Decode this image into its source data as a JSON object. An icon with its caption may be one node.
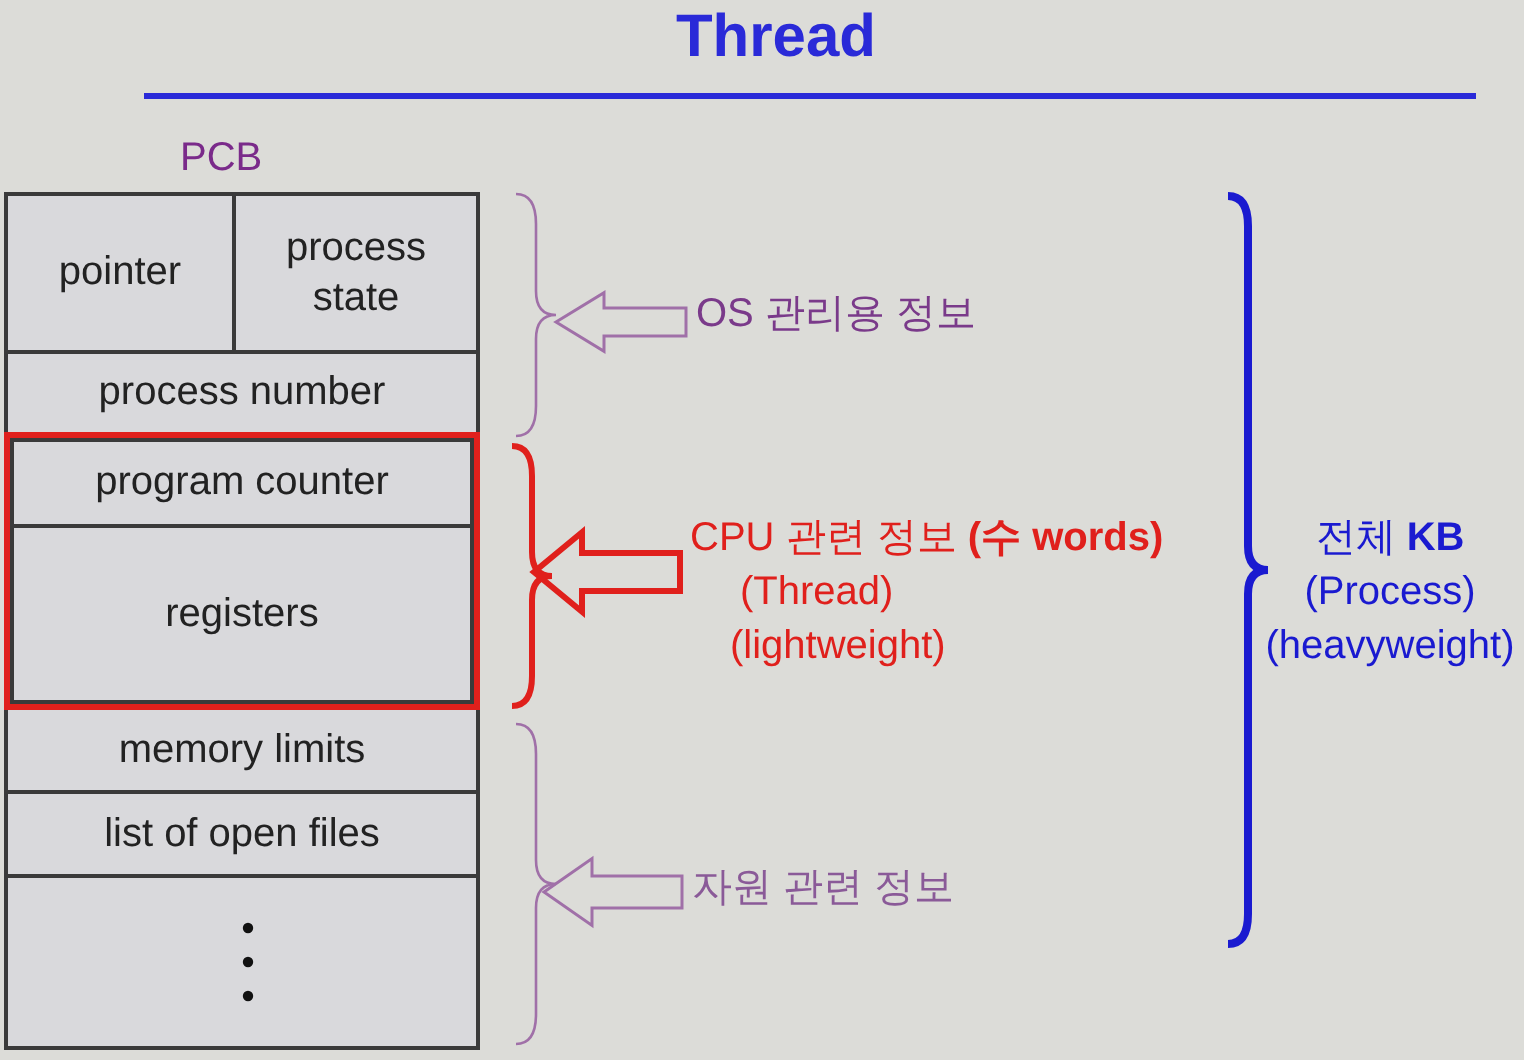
{
  "diagram": {
    "title": "Thread",
    "nodes": [
      {
        "text": [
          "PCB"
        ]
      },
      {
        "text": [
          "pointer"
        ],
        "in": 0
      },
      {
        "text": [
          "process state"
        ],
        "in": 0
      },
      {
        "text": [
          "process number"
        ],
        "in": 0
      },
      {
        "text": [],
        "shape": "box",
        "in": 0
      },
      {
        "text": [
          "program counter"
        ],
        "in": 4
      },
      {
        "text": [
          "registers"
        ],
        "in": 4
      },
      {
        "text": [
          "memory limits"
        ],
        "in": 0
      },
      {
        "text": [
          "list of open files"
        ],
        "in": 0
      },
      {
        "text": [],
        "shape": "box",
        "in": 0
      },
      {
        "text": [
          "OS 관리용 정보"
        ]
      },
      {
        "text": [
          "CPU 관련 정보 **(수 words)**",
          "(Thread)",
          "(lightweight)"
        ]
      },
      {
        "text": [
          "자원 관련 정보"
        ]
      },
      {
        "text": [
          "전체 **KB**",
          "(Process)",
          "(heavyweight)"
        ]
      }
    ],
    "edges": [
      {
        "from": 10,
        "to": null,
        "arrow": "to"
      },
      {
        "from": 11,
        "to": null,
        "arrow": "to",
        "style": "thick",
        "color": "#e0201c"
      },
      {
        "from": 12,
        "to": null,
        "arrow": "to"
      }
    ]
  }
}
